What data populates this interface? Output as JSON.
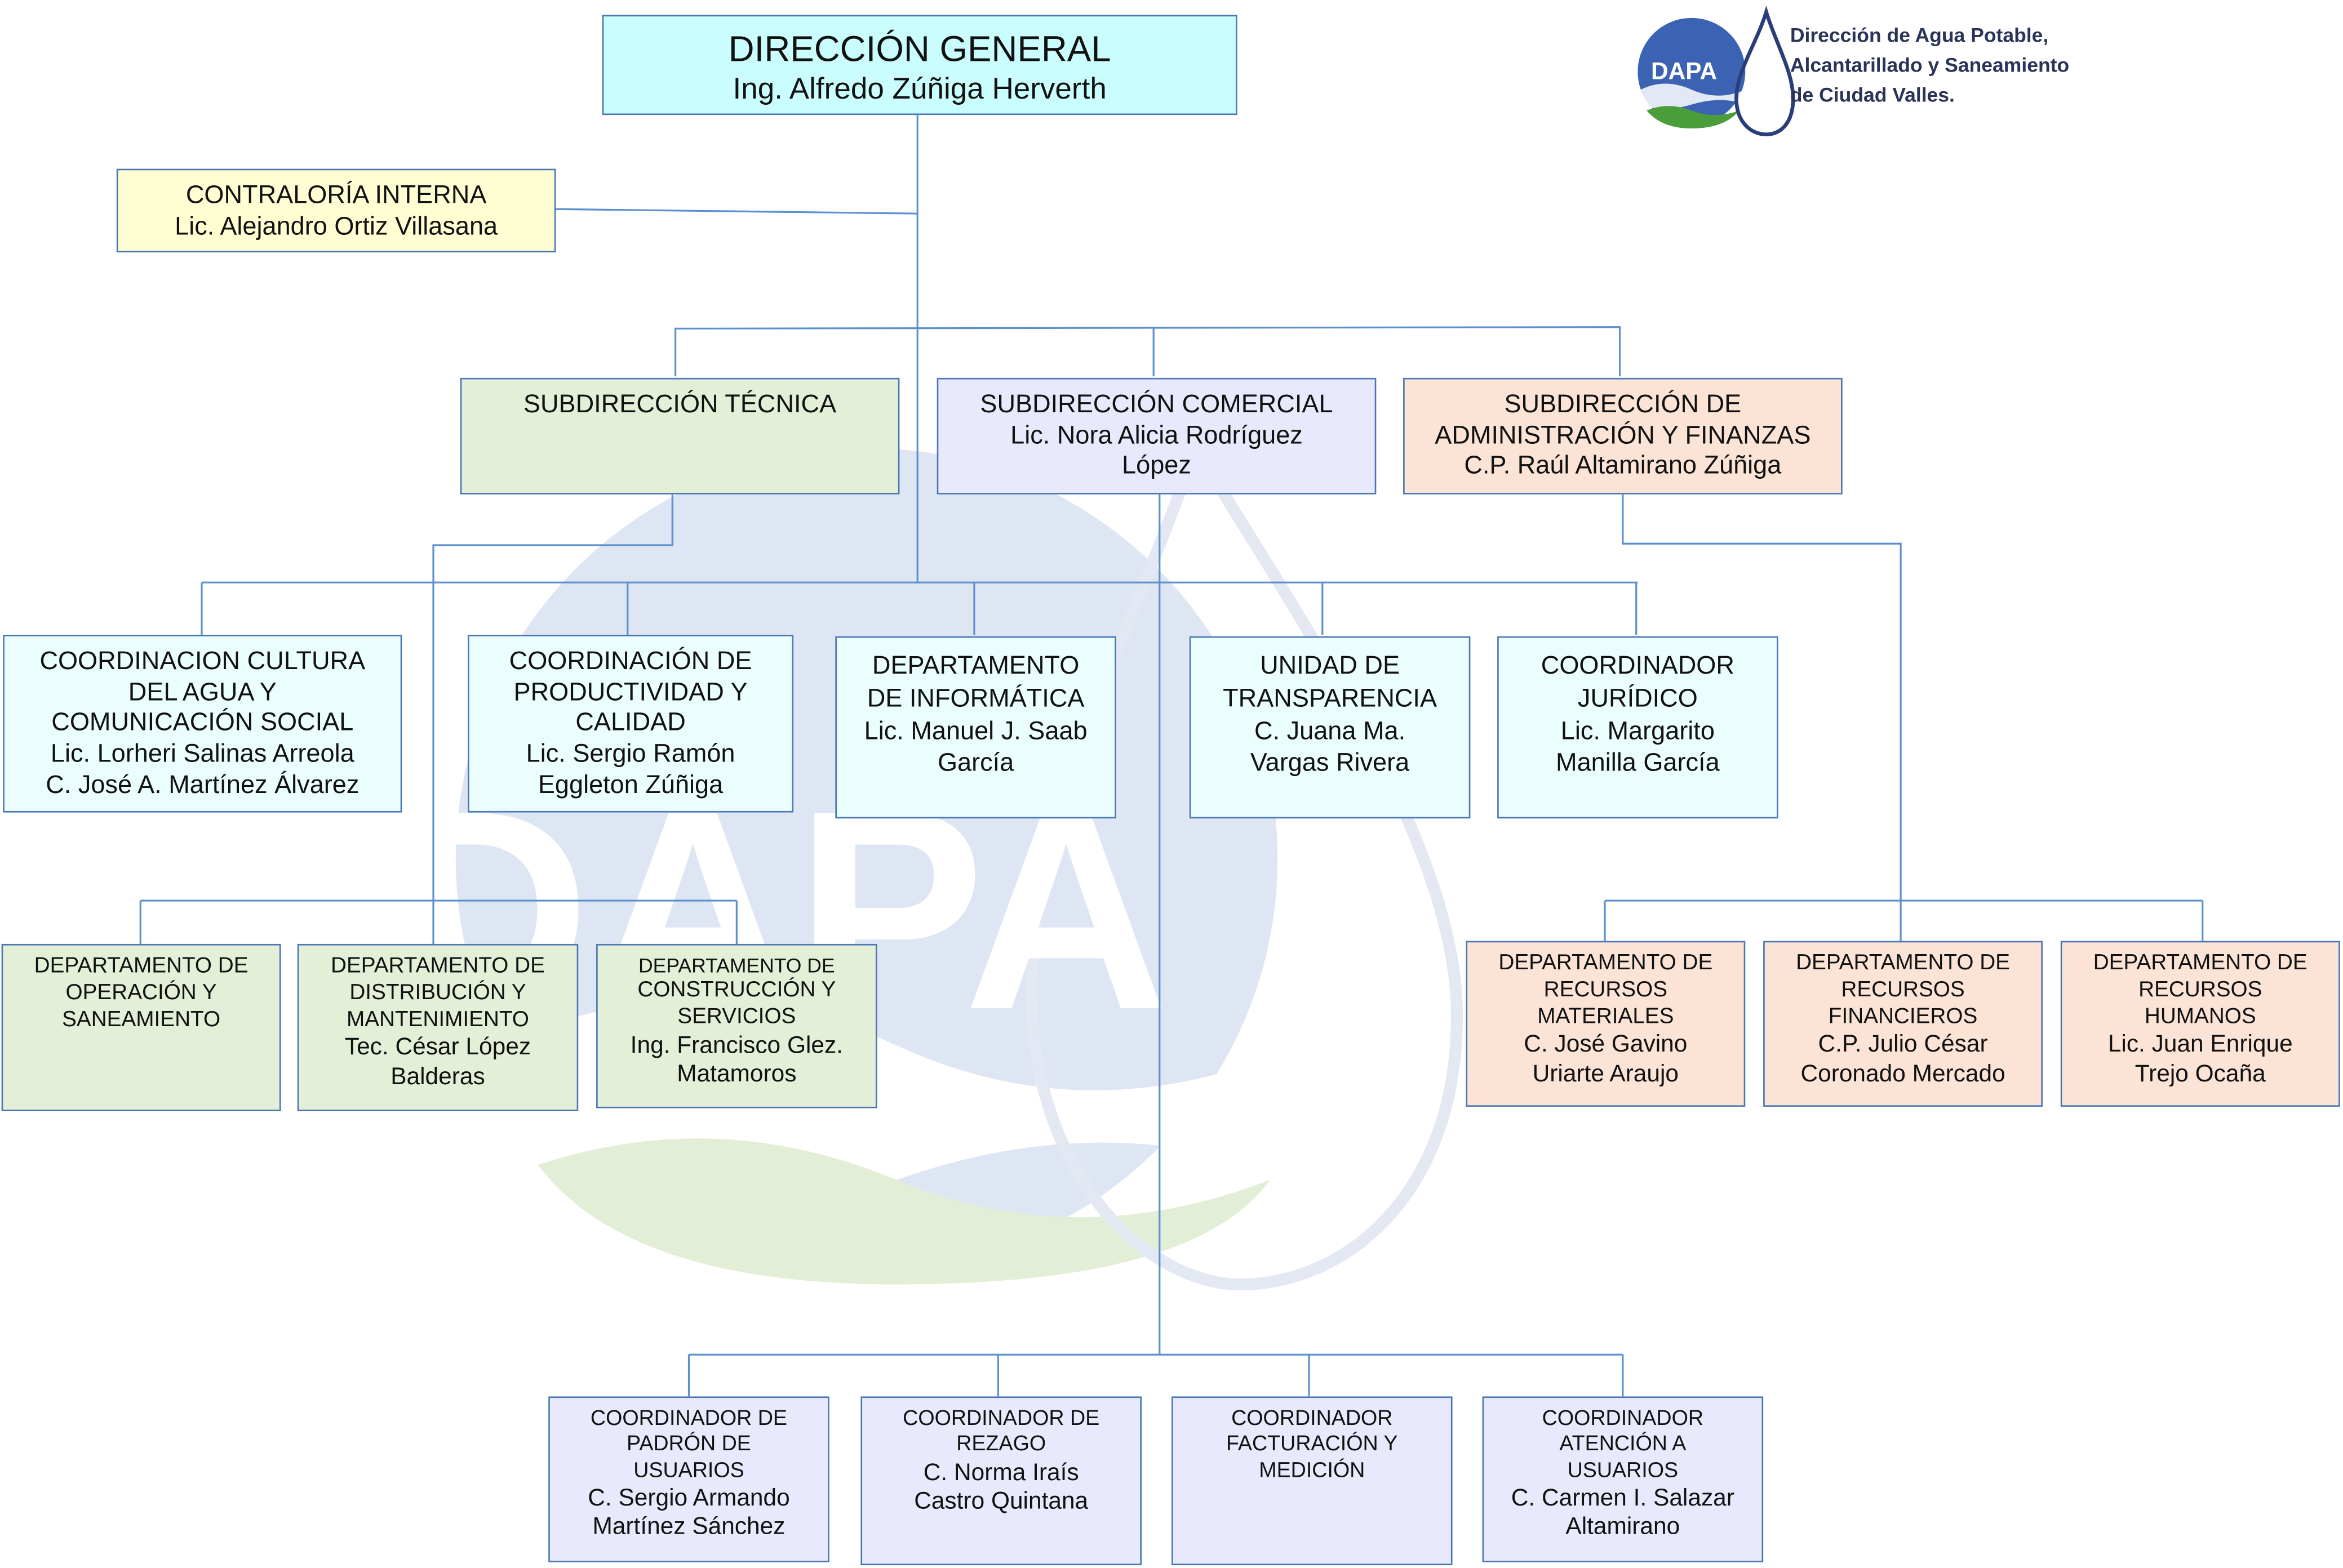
{
  "logo": {
    "abbr": "DAPA",
    "line1": "Dirección de Agua Potable,",
    "line2": "Alcantarillado y Saneamiento",
    "line3": "de Ciudad Valles."
  },
  "watermark": {
    "text": "DAPA"
  },
  "colors": {
    "direccion": "#cafdfd",
    "contraloria": "#fffed2",
    "tecnica": "#e3efd6",
    "comercial": "#e8e9fc",
    "administracion": "#fbe3d5",
    "coordinacion": "#eafefe",
    "connector": "#5b8fd0",
    "border": "#4a78b6"
  },
  "org": {
    "direccion": {
      "title": "DIRECCIÓN GENERAL",
      "name": "Ing. Alfredo Zúñiga Herverth"
    },
    "contraloria": {
      "title": "CONTRALORÍA INTERNA",
      "name": "Lic. Alejandro Ortiz Villasana"
    },
    "sub_tecnica": {
      "l1": "SUBDIRECCIÓN TÉCNICA"
    },
    "sub_comercial": {
      "l1": "SUBDIRECCIÓN COMERCIAL",
      "l2": "Lic. Nora Alicia Rodríguez",
      "l3": "López"
    },
    "sub_admin": {
      "l1": "SUBDIRECCIÓN DE",
      "l2": "ADMINISTRACIÓN Y FINANZAS",
      "l3": "C.P. Raúl Altamirano Zúñiga"
    },
    "coord_cultura": {
      "l1": "COORDINACION CULTURA",
      "l2": "DEL AGUA Y",
      "l3": "COMUNICACIÓN SOCIAL",
      "l4": "Lic. Lorheri Salinas Arreola",
      "l5": "C. José A. Martínez Álvarez"
    },
    "coord_productividad": {
      "l1": "COORDINACIÓN DE",
      "l2": "PRODUCTIVIDAD Y",
      "l3": "CALIDAD",
      "l4": "Lic. Sergio Ramón",
      "l5": "Eggleton Zúñiga"
    },
    "dep_informatica": {
      "l1": "DEPARTAMENTO",
      "l2": "DE INFORMÁTICA",
      "l3": "Lic. Manuel J. Saab",
      "l4": "García"
    },
    "unidad_transparencia": {
      "l1": "UNIDAD DE",
      "l2": "TRANSPARENCIA",
      "l3": "C. Juana Ma.",
      "l4": "Vargas Rivera"
    },
    "coord_juridico": {
      "l1": "COORDINADOR",
      "l2": "JURÍDICO",
      "l3": "Lic. Margarito",
      "l4": "Manilla García"
    },
    "dep_operacion": {
      "l1": "DEPARTAMENTO DE",
      "l2": "OPERACIÓN Y",
      "l3": "SANEAMIENTO"
    },
    "dep_distribucion": {
      "l1": "DEPARTAMENTO DE",
      "l2": "DISTRIBUCIÓN Y",
      "l3": "MANTENIMIENTO",
      "l4": "Tec. César López",
      "l5": "Balderas"
    },
    "dep_construccion": {
      "l1": "DEPARTAMENTO DE",
      "l2": "CONSTRUCCIÓN Y",
      "l3": "SERVICIOS",
      "l4": "Ing. Francisco Glez.",
      "l5": "Matamoros"
    },
    "dep_materiales": {
      "l1": "DEPARTAMENTO DE",
      "l2": "RECURSOS",
      "l3": "MATERIALES",
      "l4": "C. José Gavino",
      "l5": "Uriarte Araujo"
    },
    "dep_financieros": {
      "l1": "DEPARTAMENTO DE",
      "l2": "RECURSOS",
      "l3": "FINANCIEROS",
      "l4": "C.P. Julio César",
      "l5": "Coronado Mercado"
    },
    "dep_humanos": {
      "l1": "DEPARTAMENTO DE",
      "l2": "RECURSOS",
      "l3": "HUMANOS",
      "l4": "Lic. Juan Enrique",
      "l5": "Trejo Ocaña"
    },
    "coord_padron": {
      "l1": "COORDINADOR DE",
      "l2": "PADRÓN DE",
      "l3": "USUARIOS",
      "l4": "C. Sergio Armando",
      "l5": "Martínez Sánchez"
    },
    "coord_rezago": {
      "l1": "COORDINADOR DE",
      "l2": "REZAGO",
      "l3": "C. Norma Iraís",
      "l4": "Castro Quintana"
    },
    "coord_facturacion": {
      "l1": "COORDINADOR",
      "l2": "FACTURACIÓN Y",
      "l3": "MEDICIÓN"
    },
    "coord_atencion": {
      "l1": "COORDINADOR",
      "l2": "ATENCIÓN A",
      "l3": "USUARIOS",
      "l4": "C. Carmen I. Salazar",
      "l5": "Altamirano"
    }
  }
}
